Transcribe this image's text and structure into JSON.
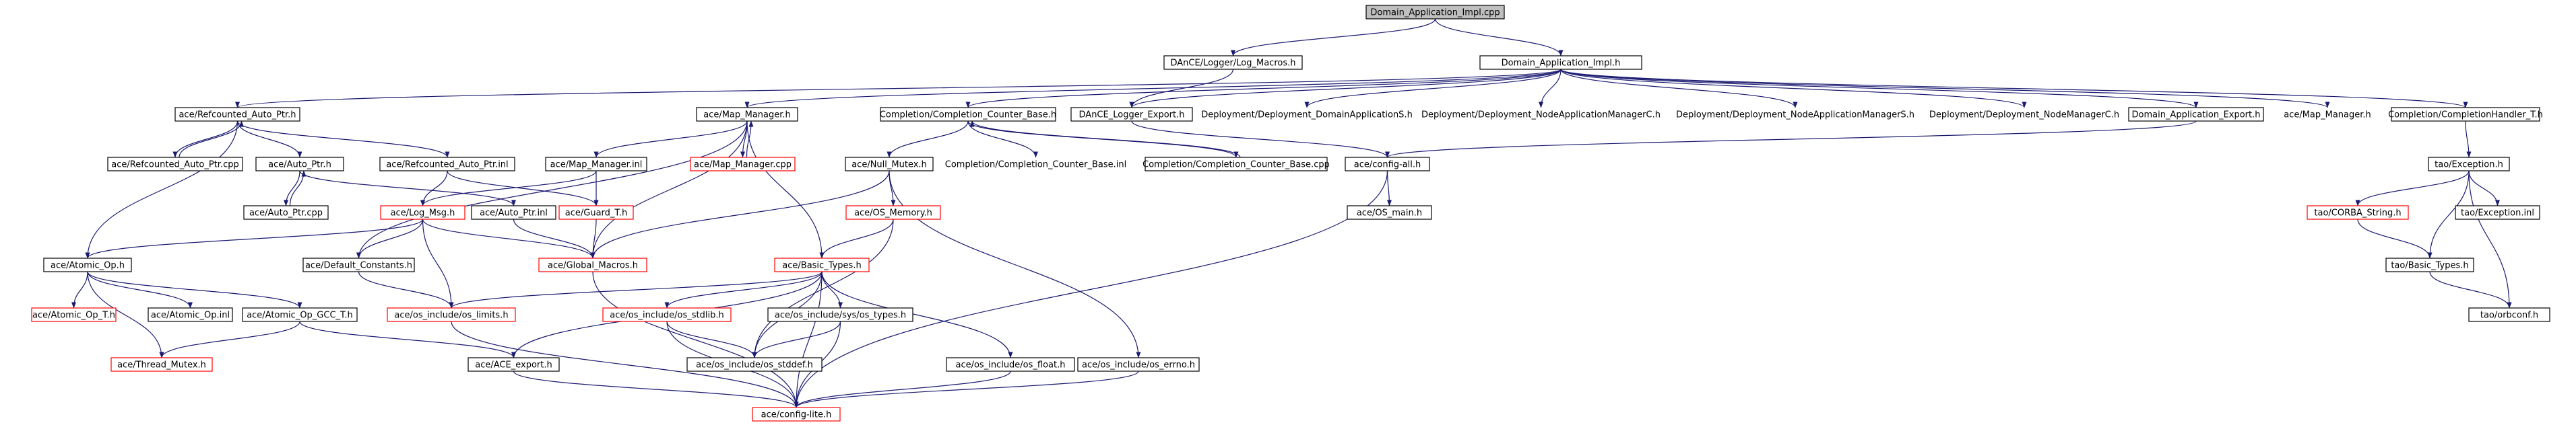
{
  "colors": {
    "root_fill": "#bfbfbf",
    "box_stroke": "#000000",
    "missing_stroke": "#ff0000",
    "edge": "#191970",
    "text": "#000000"
  },
  "nodes": [
    {
      "id": "n0",
      "label": "Domain_Application_Impl.cpp",
      "style": "root"
    },
    {
      "id": "n1",
      "label": "DAnCE/Logger/Log_Macros.h",
      "style": "box"
    },
    {
      "id": "n2",
      "label": "Domain_Application_Impl.h",
      "style": "box"
    },
    {
      "id": "n3",
      "label": "ace/Refcounted_Auto_Ptr.h",
      "style": "box"
    },
    {
      "id": "n4",
      "label": "ace/Map_Manager.h",
      "style": "box"
    },
    {
      "id": "n5",
      "label": "Completion/Completion_Counter_Base.h",
      "style": "box"
    },
    {
      "id": "n6",
      "label": "DAnCE_Logger_Export.h",
      "style": "box"
    },
    {
      "id": "n7",
      "label": "Deployment/Deployment_DomainApplicationS.h",
      "style": "none"
    },
    {
      "id": "n8",
      "label": "Deployment/Deployment_NodeApplicationManagerC.h",
      "style": "none"
    },
    {
      "id": "n9",
      "label": "Deployment/Deployment_NodeApplicationManagerS.h",
      "style": "none"
    },
    {
      "id": "n10",
      "label": "Deployment/Deployment_NodeManagerC.h",
      "style": "none"
    },
    {
      "id": "n11",
      "label": "Domain_Application_Export.h",
      "style": "box"
    },
    {
      "id": "n12",
      "label": "ace/Map_Manager.h",
      "style": "none"
    },
    {
      "id": "n13",
      "label": "Completion/CompletionHandler_T.h",
      "style": "box"
    },
    {
      "id": "n14",
      "label": "ace/Refcounted_Auto_Ptr.cpp",
      "style": "box"
    },
    {
      "id": "n15",
      "label": "ace/Auto_Ptr.h",
      "style": "box"
    },
    {
      "id": "n16",
      "label": "ace/Refcounted_Auto_Ptr.inl",
      "style": "box"
    },
    {
      "id": "n17",
      "label": "ace/Map_Manager.inl",
      "style": "box"
    },
    {
      "id": "n18",
      "label": "ace/Map_Manager.cpp",
      "style": "missing"
    },
    {
      "id": "n19",
      "label": "ace/Null_Mutex.h",
      "style": "box"
    },
    {
      "id": "n20",
      "label": "Completion/Completion_Counter_Base.inl",
      "style": "none"
    },
    {
      "id": "n21",
      "label": "Completion/Completion_Counter_Base.cpp",
      "style": "box"
    },
    {
      "id": "n22",
      "label": "ace/config-all.h",
      "style": "box"
    },
    {
      "id": "n23",
      "label": "tao/Exception.h",
      "style": "box"
    },
    {
      "id": "n24",
      "label": "ace/Auto_Ptr.cpp",
      "style": "box"
    },
    {
      "id": "n25",
      "label": "ace/Log_Msg.h",
      "style": "missing"
    },
    {
      "id": "n26",
      "label": "ace/Auto_Ptr.inl",
      "style": "box"
    },
    {
      "id": "n27",
      "label": "ace/Guard_T.h",
      "style": "missing"
    },
    {
      "id": "n28",
      "label": "ace/OS_Memory.h",
      "style": "missing"
    },
    {
      "id": "n29",
      "label": "ace/OS_main.h",
      "style": "box"
    },
    {
      "id": "n30",
      "label": "tao/CORBA_String.h",
      "style": "missing"
    },
    {
      "id": "n31",
      "label": "tao/Exception.inl",
      "style": "box"
    },
    {
      "id": "n32",
      "label": "ace/Atomic_Op.h",
      "style": "box"
    },
    {
      "id": "n33",
      "label": "ace/Default_Constants.h",
      "style": "box"
    },
    {
      "id": "n34",
      "label": "ace/Global_Macros.h",
      "style": "missing"
    },
    {
      "id": "n35",
      "label": "ace/Basic_Types.h",
      "style": "missing"
    },
    {
      "id": "n36",
      "label": "tao/Basic_Types.h",
      "style": "box"
    },
    {
      "id": "n37",
      "label": "ace/Atomic_Op_T.h",
      "style": "missing"
    },
    {
      "id": "n38",
      "label": "ace/Atomic_Op.inl",
      "style": "box"
    },
    {
      "id": "n39",
      "label": "ace/Atomic_Op_GCC_T.h",
      "style": "box"
    },
    {
      "id": "n40",
      "label": "ace/os_include/os_limits.h",
      "style": "missing"
    },
    {
      "id": "n41",
      "label": "ace/os_include/os_stdlib.h",
      "style": "missing"
    },
    {
      "id": "n42",
      "label": "ace/os_include/sys/os_types.h",
      "style": "box"
    },
    {
      "id": "n43",
      "label": "tao/orbconf.h",
      "style": "box"
    },
    {
      "id": "n44",
      "label": "ace/Thread_Mutex.h",
      "style": "missing"
    },
    {
      "id": "n45",
      "label": "ace/ACE_export.h",
      "style": "box"
    },
    {
      "id": "n46",
      "label": "ace/os_include/os_stddef.h",
      "style": "box"
    },
    {
      "id": "n47",
      "label": "ace/os_include/os_float.h",
      "style": "box"
    },
    {
      "id": "n48",
      "label": "ace/os_include/os_errno.h",
      "style": "box"
    },
    {
      "id": "n49",
      "label": "ace/config-lite.h",
      "style": "missing"
    }
  ],
  "edges": [
    [
      "n0",
      "n1"
    ],
    [
      "n0",
      "n2"
    ],
    [
      "n1",
      "n6"
    ],
    [
      "n2",
      "n3"
    ],
    [
      "n2",
      "n4"
    ],
    [
      "n2",
      "n5"
    ],
    [
      "n2",
      "n6"
    ],
    [
      "n2",
      "n7"
    ],
    [
      "n2",
      "n8"
    ],
    [
      "n2",
      "n9"
    ],
    [
      "n2",
      "n10"
    ],
    [
      "n2",
      "n11"
    ],
    [
      "n2",
      "n12"
    ],
    [
      "n2",
      "n13"
    ],
    [
      "n3",
      "n14"
    ],
    [
      "n3",
      "n15"
    ],
    [
      "n3",
      "n16"
    ],
    [
      "n3",
      "n32"
    ],
    [
      "n14",
      "n3"
    ],
    [
      "n15",
      "n24"
    ],
    [
      "n15",
      "n26"
    ],
    [
      "n24",
      "n15"
    ],
    [
      "n16",
      "n25"
    ],
    [
      "n16",
      "n27"
    ],
    [
      "n4",
      "n17"
    ],
    [
      "n4",
      "n18"
    ],
    [
      "n4",
      "n33"
    ],
    [
      "n4",
      "n34"
    ],
    [
      "n4",
      "n35"
    ],
    [
      "n18",
      "n4"
    ],
    [
      "n17",
      "n25"
    ],
    [
      "n17",
      "n27"
    ],
    [
      "n5",
      "n19"
    ],
    [
      "n5",
      "n20"
    ],
    [
      "n5",
      "n21"
    ],
    [
      "n21",
      "n5"
    ],
    [
      "n6",
      "n22"
    ],
    [
      "n11",
      "n22"
    ],
    [
      "n19",
      "n34"
    ],
    [
      "n19",
      "n28"
    ],
    [
      "n19",
      "n48"
    ],
    [
      "n22",
      "n29"
    ],
    [
      "n22",
      "n49"
    ],
    [
      "n13",
      "n23"
    ],
    [
      "n23",
      "n30"
    ],
    [
      "n23",
      "n31"
    ],
    [
      "n23",
      "n36"
    ],
    [
      "n23",
      "n43"
    ],
    [
      "n30",
      "n36"
    ],
    [
      "n36",
      "n43"
    ],
    [
      "n25",
      "n32"
    ],
    [
      "n25",
      "n33"
    ],
    [
      "n25",
      "n34"
    ],
    [
      "n25",
      "n40"
    ],
    [
      "n26",
      "n34"
    ],
    [
      "n27",
      "n34"
    ],
    [
      "n28",
      "n35"
    ],
    [
      "n28",
      "n46"
    ],
    [
      "n32",
      "n37"
    ],
    [
      "n32",
      "n38"
    ],
    [
      "n32",
      "n39"
    ],
    [
      "n32",
      "n44"
    ],
    [
      "n33",
      "n40"
    ],
    [
      "n34",
      "n49"
    ],
    [
      "n35",
      "n40"
    ],
    [
      "n35",
      "n41"
    ],
    [
      "n35",
      "n42"
    ],
    [
      "n35",
      "n45"
    ],
    [
      "n35",
      "n46"
    ],
    [
      "n35",
      "n47"
    ],
    [
      "n35",
      "n49"
    ],
    [
      "n39",
      "n44"
    ],
    [
      "n39",
      "n45"
    ],
    [
      "n40",
      "n49"
    ],
    [
      "n41",
      "n46"
    ],
    [
      "n41",
      "n49"
    ],
    [
      "n42",
      "n46"
    ],
    [
      "n42",
      "n49"
    ],
    [
      "n45",
      "n49"
    ],
    [
      "n47",
      "n49"
    ],
    [
      "n48",
      "n49"
    ]
  ]
}
